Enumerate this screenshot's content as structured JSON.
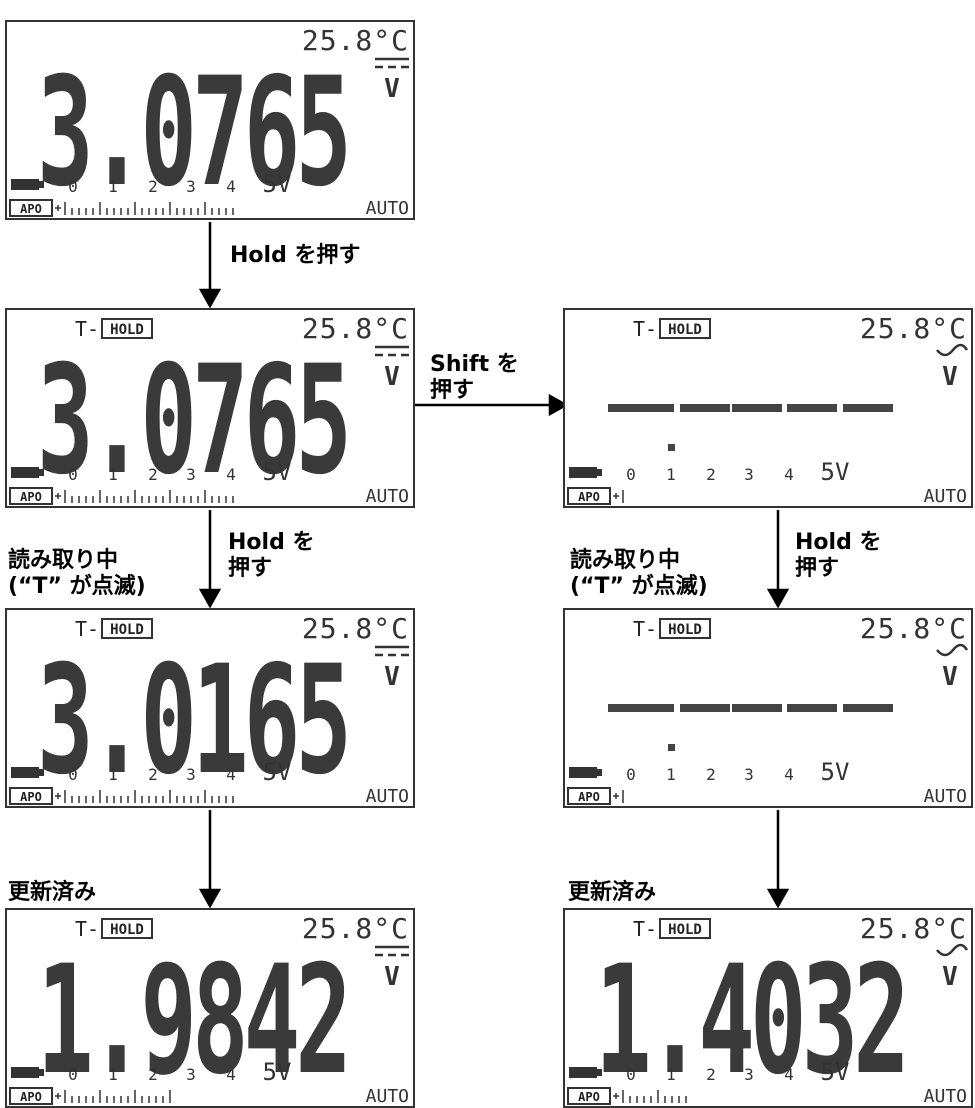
{
  "steps": {
    "press_hold": "Hold を押す",
    "press_shift": "Shift を\n押す",
    "press_hold_wrap": "Hold を\n押す",
    "reading": "読み取り中\n(“T” が点滅)",
    "updated": "更新済み"
  },
  "lcd_common": {
    "temperature": "25.8°C",
    "unit": "V",
    "auto": "AUTO",
    "apo": "APO",
    "hold": "HOLD",
    "t_prefix": "T-",
    "scale_labels": [
      "0",
      "1",
      "2",
      "3",
      "4",
      "5V"
    ]
  },
  "displays": [
    {
      "id": "d1",
      "reading": "3.0765",
      "mode": "dc",
      "hold": false
    },
    {
      "id": "d2",
      "reading": "3.0765",
      "mode": "dc",
      "hold": true
    },
    {
      "id": "d3",
      "reading": "3.0165",
      "mode": "dc",
      "hold": true
    },
    {
      "id": "d4",
      "reading": "1.9842",
      "mode": "dc",
      "hold": true
    },
    {
      "id": "d5",
      "reading": "-----",
      "mode": "ac",
      "hold": true
    },
    {
      "id": "d6",
      "reading": "-----",
      "mode": "ac",
      "hold": true
    },
    {
      "id": "d7",
      "reading": "1.4032",
      "mode": "ac",
      "hold": true
    }
  ]
}
